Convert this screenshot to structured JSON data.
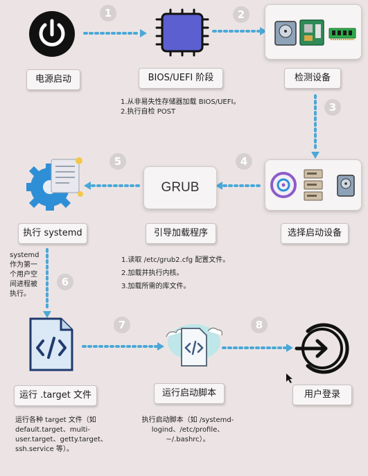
{
  "steps": [
    {
      "num": "1",
      "label": "电源启动"
    },
    {
      "num": "2",
      "label": "BIOS/UEFI 阶段"
    },
    {
      "num": "3",
      "label": "检测设备"
    },
    {
      "num": "4",
      "label": "选择启动设备"
    },
    {
      "num": "5",
      "label": "引导加载程序"
    },
    {
      "num": "6",
      "label": "执行 systemd"
    },
    {
      "num": "7",
      "label": "运行 .target 文件"
    },
    {
      "num": "8",
      "label": "运行启动脚本"
    },
    {
      "label": "用户登录"
    }
  ],
  "grub_text": "GRUB",
  "notes": {
    "bios": [
      "1.从非易失性存储器加载 BIOS/UEFI。",
      "2.执行自检 POST"
    ],
    "grub": [
      "1.读取 /etc/grub2.cfg 配置文件。",
      "2.加载并执行内核。",
      "3.加载所需的库文件。"
    ],
    "systemd": [
      "systemd",
      "作为第一",
      "个用户空",
      "间进程被",
      "执行。"
    ],
    "target": [
      "运行各种 target 文件（如",
      "default.target、multi-",
      "user.target、getty.target、",
      "ssh.service 等）。"
    ],
    "scripts": [
      "执行启动脚本（如 /systemd-",
      "logind、/etc/profile、",
      "~/.bashrc）。"
    ]
  },
  "icons": {
    "power": "power-icon",
    "chip": "cpu-chip-icon",
    "hdd": "hard-drive-icon",
    "board": "motherboard-icon",
    "ram": "ram-icon",
    "disc": "disc-icon",
    "server": "server-icon",
    "gear": "gear-doc-icon",
    "code": "code-file-icon",
    "cloud": "cloud-code-icon",
    "login": "login-icon"
  },
  "colors": {
    "arrow": "#4aa8d8",
    "chip": "#5b5fcf",
    "gear": "#2f8fd6",
    "code": "#1f3a6e"
  }
}
